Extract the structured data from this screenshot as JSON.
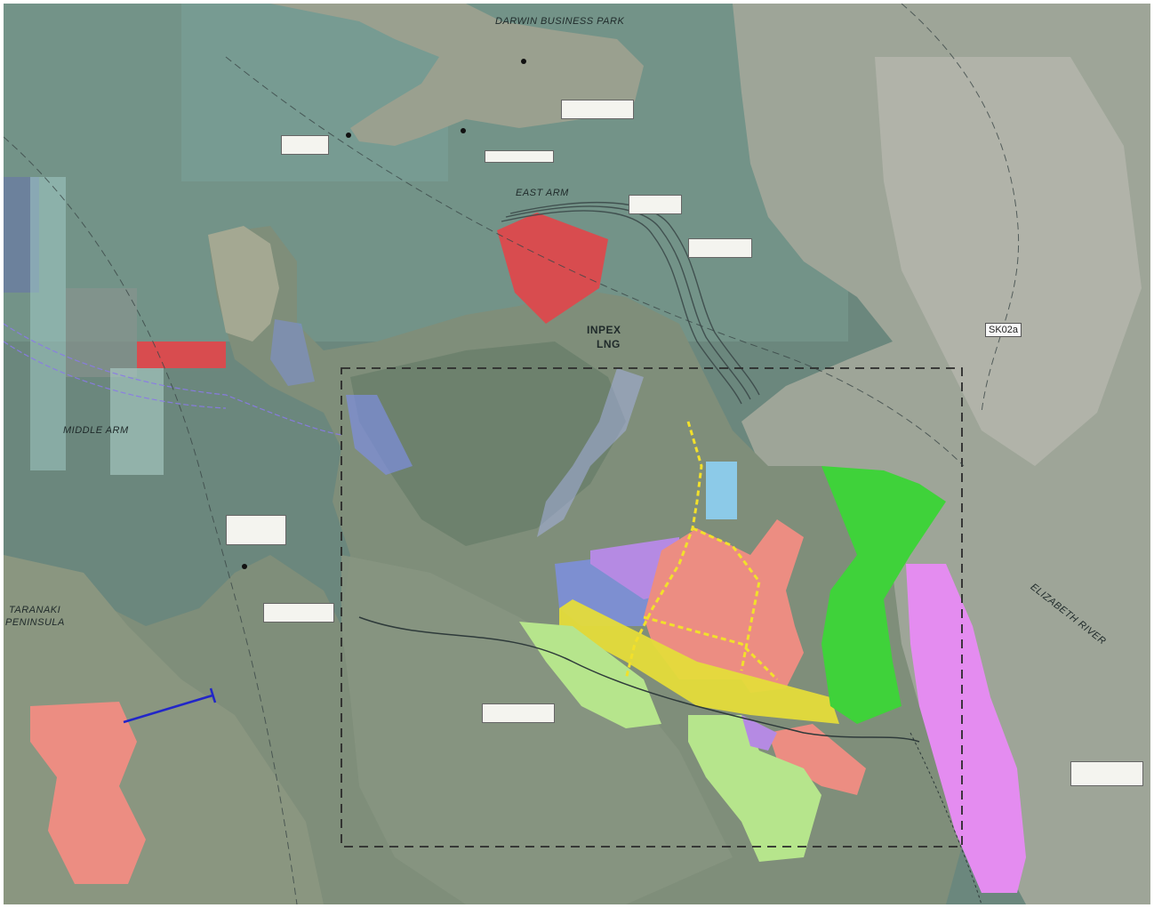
{
  "map": {
    "labels": {
      "darwin_business_park": "DARWIN BUSINESS PARK",
      "east_arm": "EAST ARM",
      "middle_arm": "MIDDLE ARM",
      "inpex": "INPEX",
      "lng": "LNG",
      "taranaki_1": "TARANAKI",
      "taranaki_2": "PENINSULA",
      "elizabeth_river": "ELIZABETH RIVER",
      "route_shield": "SK02a"
    },
    "colors": {
      "water": "#6f8a80",
      "land": "#8e9a86",
      "mangrove": "#5e7466",
      "urban": "#a7ab9f",
      "red_zone": "#d84c4f",
      "salmon_zone": "#ec8d82",
      "green_zone": "#3fd23a",
      "light_green_zone": "#b6e58c",
      "magenta_zone": "#e48cf0",
      "violet_zone": "#b58ae3",
      "blue_zone": "#7d8fe0",
      "yellow_band": "#e5dc3a",
      "cyan_zone": "#8ccae8",
      "boundary": "#333333"
    }
  }
}
